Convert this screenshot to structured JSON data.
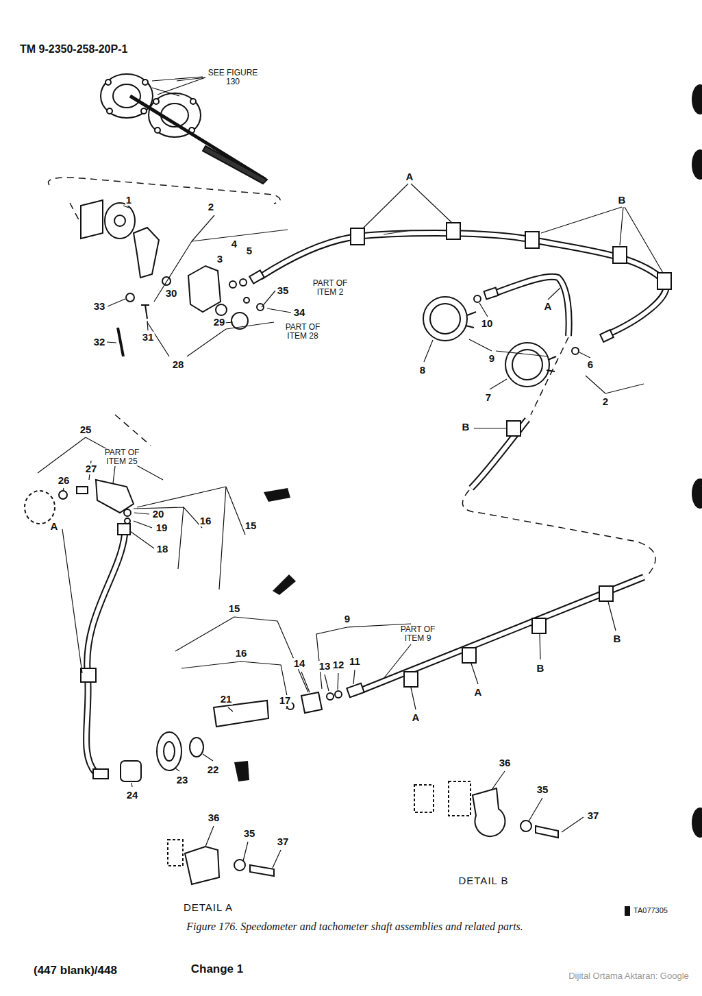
{
  "diagram": {
    "caption": "Figure 176. Speedometer and tachometer shaft assemblies and related parts.",
    "labels": [
      "TM 9-2350-258-20P-1",
      "SEE FIGURE 130",
      "A",
      "B",
      "1",
      "2",
      "4",
      "5",
      "3",
      "PART OF ITEM 2",
      "35",
      "30",
      "34",
      "33",
      "29",
      "PART OF ITEM 28",
      "31",
      "28",
      "32",
      "10",
      "A",
      "8",
      "9",
      "6",
      "7",
      "2",
      "B",
      "25",
      "PART OF ITEM 25",
      "27",
      "26",
      "20",
      "19",
      "16",
      "15",
      "18",
      "A",
      "15",
      "9",
      "PART OF ITEM 9",
      "16",
      "14",
      "13",
      "12",
      "11",
      "21",
      "17",
      "B",
      "B",
      "A",
      "A",
      "22",
      "23",
      "24",
      "36",
      "35",
      "37",
      "36",
      "35",
      "37",
      "DETAIL B",
      "DETAIL A",
      "TA077305",
      "(447 blank)/448",
      "Change 1",
      "Dijital Ortama Aktaran: Google"
    ]
  }
}
